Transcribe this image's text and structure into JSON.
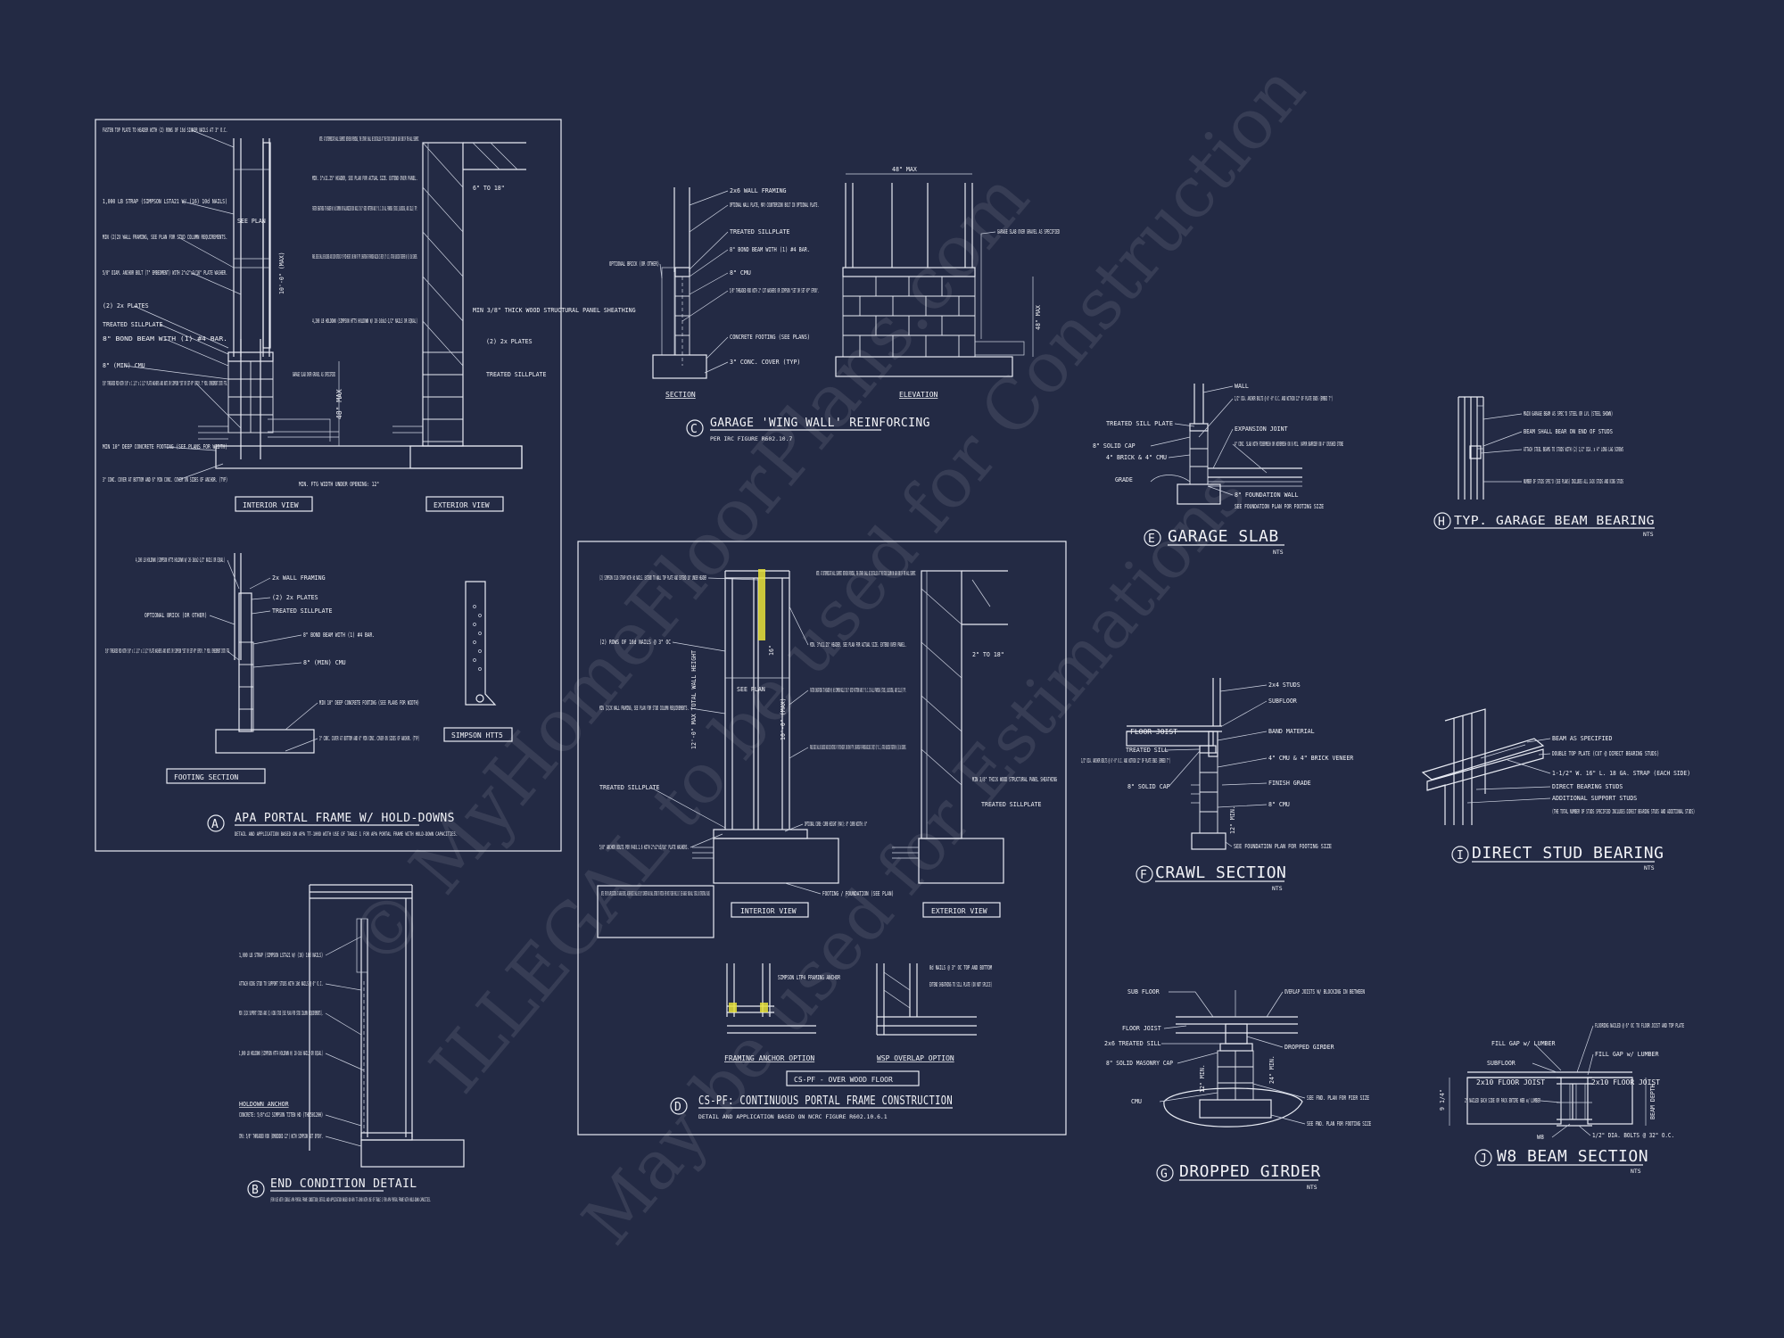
{
  "watermark": {
    "line1": "© MyHomeFloorPlans.com",
    "line2": "ILLEGAL to be used for Construction",
    "line3": "May be used for Estimations"
  },
  "detail_a": {
    "letter": "A",
    "title": "APA PORTAL FRAME W/ HOLD-DOWNS",
    "subtitle": "DETAIL AND APPLICATION BASED ON APA TT-100D WITH USE OF TABLE 1 FOR APA PORTAL FRAME WITH HOLD-DOWN CAPACITIES.",
    "interior_view": "INTERIOR VIEW",
    "exterior_view": "EXTERIOR VIEW",
    "footing_section": "FOOTING SECTION",
    "simpson_htt5": "SIMPSON HTT5",
    "notes_left": [
      "FASTEN TOP PLATE TO HEADER WITH (2) ROWS OF 16d SINKER NAILS AT 3\" O.C.",
      "1,000 LB STRAP (SIMPSON LSTA21 W/ (16) 10d NAILS)",
      "MIN (2)2X WALL FRAMING, SEE PLAN FOR STUD COLUMN REQUIREMENTS.",
      "5/8\" DIAM. ANCHOR BOLT (7\" EMBEDMENT) WITH 2\"x2\"x3/16\" PLATE WASHER.",
      "(2) 2x PLATES",
      "TREATED SILLPLATE",
      "8\" BOND BEAM WITH (1) #4 BAR.",
      "8\" (MIN) CMU",
      "5/8\" THREADED ROD WITH 5/8\" x 1 1/2\" x 1 1/2\" PLATE WASHERS AND NUTS OR SIMPSON \"SET OR SET-XP\" EPOXY. 7\" MIN. EMBEDMENT INTO FTG.",
      "MIN 10\" DEEP CONCRETE FOOTING (SEE PLANS FOR WIDTH)",
      "3\" CONC. COVER AT BOTTOM AND 6\" MIN CONC. COVER ON SIDES OF ANCHOR. (TYP)"
    ],
    "notes_mid": [
      "NOTE: AT INTERMEDIATE WALL SEGMENTS BETWEEN OPENINGS, THE STRAPS SHALL BE INSTALLED AT THE STUD COLUMN ON EACH END OF THE WALL SEGMENT.",
      "MIN. 3\"x11.25\" HEADER, SEE PLAN FOR ACTUAL SIZE. EXTEND OVER PANEL.",
      "FASTEN SHEATHING TO HEADER W/ 8d COMMON OR GALVANIZED BOX NAILS IN 3\" GRID PATTERN AND 3\" O.C. IN ALL FRAMING (STUDS, BLOCKING, AND SILLS) TYP.",
      "PANEL EDGES SHALL BE BLOCKED AND OCCUR WITHIN 24\" OF MID-HEIGHT. ONE ROW OF TYP. SHEATHING-TO-FRAMING NAILING IS REQ'D (3\" O.C). ATTACH BLOCKING TOGETHER W/ (3) 16d SINKERS.",
      "4,200 LB HOLDOWN (SIMPSON HTT5 HOLDOWN W/ 26-16dx2-1/2\" NAILS OR EQUAL)",
      "GARAGE SLAB OVER GRAVEL AS SPECIFIED",
      "MIN. FTG WIDTH UNDER OPENING: 12\""
    ],
    "notes_right": [
      "6\" TO 18\"",
      "MIN 3/8\" THICK WOOD STRUCTURAL PANEL SHEATHING",
      "(2) 2x PLATES",
      "TREATED SILLPLATE"
    ],
    "dims": [
      "SEE PLAN",
      "10'-0\" (MAX)",
      "48\" MAX"
    ],
    "footing_notes": [
      "4,200 LB HOLDOWN (SIMPSON HTT5 HOLDOWN W/ 26-16dx2-1/2\" NAILS OR EQUAL)",
      "OPTIONAL BRICK (OR OTHER)",
      "5/8\" THREADED ROD WITH 5/8\" x 1 1/2\" x 1 1/2\" PLATE WASHERS AND NUTS OR SIMPSON \"SET OR SET-XP\" EPOXY. 7\" MIN. EMBEDMENT INTO FTG.",
      "2x WALL FRAMING",
      "(2) 2x PLATES",
      "TREATED SILLPLATE",
      "8\" BOND BEAM WITH (1) #4 BAR.",
      "8\" (MIN) CMU",
      "MIN 10\" DEEP CONCRETE FOOTING (SEE PLANS FOR WIDTH)",
      "3\" CONC. COVER AT BOTTOM AND 6\" MIN CONC. COVER ON SIDES OF ANCHOR. (TYP)"
    ]
  },
  "detail_b": {
    "letter": "B",
    "title": "END CONDITION DETAIL",
    "subtitle": "(FOR USE WITH SINGLE APA PORTAL FRAME CONDITION) DETAIL AND APPLICATION BASED ON APA TT-100D WITH USE OF TABLE 1 FOR APA PORTAL FRAME WITH HOLD-DOWN CAPACITIES.",
    "notes": [
      "1,000 LB STRAP (SIMPSON LSTA21 W/ (16) 10d NAILS)",
      "ATTACH KING STUD TO SUPPORT STUDS WITH 10d NAILS @ 6\" O.C.",
      "MIN (2)2X SUPPORT STUDS AND (1) KING STUD (SEE PLAN FOR STUD COLUMN REQUIREMENTS).",
      "1,000 LB HOLDOWN (SIMPSON HTT4 HOLDOWN W/ 18-10d NAILS OR EQUAL)",
      "HOLDOWN ANCHOR",
      "CONCRETE: 5/8\"x12 SIMPSON TITEN HD (THD50120H)",
      "CMU: 5/8\" THREADED ROD (EMBEDDED 12\") WITH SIMPSON SET EPOXY."
    ]
  },
  "detail_c": {
    "letter": "C",
    "title": "GARAGE 'WING WALL' REINFORCING",
    "subtitle": "PER IRC FIGURE R602.10.7",
    "section": "SECTION",
    "elevation": "ELEVATION",
    "notes": [
      "2x6 WALL FRAMING",
      "OPTIONAL WALL PLATE, MAY COUNTERSINK BOLT IN OPTIONAL PLATE.",
      "TREATED SILLPLATE",
      "8\" BOND BEAM WITH (1) #4 BAR.",
      "8\" CMU",
      "5/8\" THREADED ROD WITH 2\" CUT WASHERS OR SIMPSON \"SET OR SET-XP\" EPOXY.",
      "CONCRETE FOOTING (SEE PLANS)",
      "3\" CONC. COVER (TYP)",
      "OPTIONAL BRICK (OR OTHER)",
      "GARAGE SLAB OVER GRAVEL AS SPECIFIED"
    ],
    "dims": [
      "48\" MAX",
      "48\" MAX"
    ]
  },
  "detail_d": {
    "letter": "D",
    "title": "CS-PF: CONTINUOUS PORTAL FRAME CONSTRUCTION",
    "subtitle": "DETAIL AND APPLICATION BASED ON NCRC FIGURE R602.10.6.1",
    "interior_view": "INTERIOR VIEW",
    "exterior_view": "EXTERIOR VIEW",
    "framing_anchor": "FRAMING ANCHOR OPTION",
    "wsp_overlap": "WSP OVERLAP OPTION",
    "over_wood_floor": "CS-PF - OVER WOOD FLOOR",
    "notes_left": [
      "(2) SIMPSON CS16 STRAP WITH 8d NAILS. EXTEND TO WALL TOP PLATE AND EXTEND 16\" UNDER HEADER",
      "(2) ROWS OF 16d NAILS @ 3\" OC",
      "MIN (2)2X WALL FRAMING, SEE PLAN FOR STUD COLUMN REQUIREMENTS.",
      "TREATED SILLPLATE",
      "5/8\" ANCHOR BOLTS PER R403.1.6 WITH 2\"x2\"x3/16\" PLATE WASHERS.",
      "NOTE: FOR CMU APPLICATIONS AT GARAGE DOORS, ANCHOR BOLTS SHALL BE 5/8\" DIAMETER AND SHALL EXTEND TO FOOTING (PER NCRC FIGURE R602.10.7 (SEE GARAGE 'WING WALL' DETAIL ON STRUCTURAL PLANS)"
    ],
    "notes_mid": [
      "NOTE: AT INTERMEDIATE WALL SEGMENTS BETWEEN OPENINGS, THE STRAPS SHALL BE INSTALLED AT THE STUD COLUMN ON EACH END OF THE WALL SEGMENT.",
      "MIN. 3\"x11.25\" HEADER. SEE PLAN FOR ACTUAL SIZE. EXTEND OVER PANEL.",
      "FASTEN SHEATHING TO HEADER W/ 8d COMMON NAILS IN 3\" GRID PATTERN AND 3\" O.C. IN ALL FRAMING (STUDS, BLOCKING, AND SILLS) TYP.",
      "PANEL EDGES SHALL BE BLOCKED AND OCCUR WITHIN 24\" OF MID-HEIGHT. ONE ROW OF TYP. SHEATHING-TO-FRAMING NAILING IS REQ'D (3\" O.C.). ATTACH BLOCKING TOGETHER W/ (3) 16d SINKERS.",
      "OPTIONAL CURB: CURB HEIGHT (MAX): 8\" CURB WIDTH: 8\"",
      "FOOTING / FOUNDATION (SEE PLAN)"
    ],
    "notes_right": [
      "2\" TO 18\"",
      "MIN 3/8\" THICK WOOD STRUCTURAL PANEL SHEATHING",
      "TREATED SILLPLATE"
    ],
    "dims": [
      "12'-0\" MAX TOTAL WALL HEIGHT",
      "10'-0\" (MAX)",
      "SEE PLAN",
      "16\""
    ],
    "anchor_notes": [
      "SIMPSON LTP4 FRAMING ANCHOR",
      "8d NAILS @ 3\" OC TOP AND BOTTOM",
      "EXTEND SHEATHING TO SILL PLATE (DO NOT SPLICE)"
    ]
  },
  "detail_e": {
    "letter": "E",
    "title": "GARAGE SLAB",
    "scale": "NTS",
    "notes": [
      "WALL",
      "1/2\" DIA. ANCHOR BOLTS @ 6'-0\" O.C. AND WITHIN 12\" OF PLATE ENDS (EMBED 7\")",
      "EXPANSION JOINT",
      "4\" CONC. SLAB WITH FIBERMESH OR WIREMESH ON 6 MIL. VAPOR BARRIER ON 4\" CRUSHED STONE",
      "8\" FOUNDATION WALL",
      "SEE FOUNDATION PLAN FOR FOOTING SIZE",
      "TREATED SILL PLATE",
      "8\" SOLID CAP",
      "4\" BRICK & 4\" CMU",
      "GRADE"
    ]
  },
  "detail_f": {
    "letter": "F",
    "title": "CRAWL SECTION",
    "scale": "NTS",
    "notes": [
      "2x4 STUDS",
      "SUBFLOOR",
      "FLOOR JOIST",
      "BAND MATERIAL",
      "TREATED SILL",
      "1/2\" DIA. ANCHOR BOLTS @ 6'-0\" O.C. AND WITHIN 12\" OF PLATE ENDS (EMBED 7\")",
      "4\" CMU & 4\" BRICK VENEER",
      "8\" SOLID CAP",
      "FINISH GRADE",
      "8\" CMU",
      "SEE FOUNDATION PLAN FOR FOOTING SIZE"
    ],
    "dims": [
      "12\" MIN."
    ]
  },
  "detail_g": {
    "letter": "G",
    "title": "DROPPED GIRDER",
    "scale": "NTS",
    "notes": [
      "SUB FLOOR",
      "OVERLAP JOISTS W/ BLOCKING IN BETWEEN",
      "FLOOR JOIST",
      "2x6 TREATED SILL",
      "DROPPED GIRDER",
      "8\" SOLID MASONRY CAP",
      "CMU",
      "SEE FND. PLAN FOR PIER SIZE",
      "SEE FND. PLAN FOR FOOTING SIZE"
    ],
    "dims": [
      "12\" MIN.",
      "24\" MIN."
    ]
  },
  "detail_h": {
    "letter": "H",
    "title": "TYP. GARAGE BEAM BEARING",
    "scale": "NTS",
    "notes": [
      "MAIN GARAGE BEAM AS SPEC'D STEEL OR LVL (STEEL SHOWN)",
      "BEAM SHALL BEAR ON END OF STUDS",
      "ATTACH STEEL BEAMS TO STUDS WITH (2) 1/2\" DIA. x 4\" LONG LAG SCREWS",
      "NUMBER OF STUDS SPEC'D (SEE PLANS) INCLUDES ALL JACK STUDS AND KING STUDS"
    ]
  },
  "detail_i": {
    "letter": "I",
    "title": "DIRECT STUD BEARING",
    "scale": "NTS",
    "notes": [
      "BEAM AS SPECIFIED",
      "DOUBLE TOP PLATE (CUT @ DIRECT BEARING STUDS)",
      "1-1/2\" W. 16\" L. 18 GA. STRAP (EACH SIDE)",
      "DIRECT BEARING STUDS",
      "ADDITIONAL SUPPORT STUDS",
      "(THE TOTAL NUMBER OF STUDS SPECIFIED INCLUDES DIRECT BEARING STUDS AND ADDITIONAL STUDS)"
    ]
  },
  "detail_j": {
    "letter": "J",
    "title": "W8 BEAM SECTION",
    "scale": "NTS",
    "notes": [
      "FILL GAP w/ LUMBER",
      "SUBFLOOR",
      "2x10 FLOOR JOIST",
      "2\" NAILED EACH SIDE OR PACK ENTIRE WEB w/ LUMBER",
      "W8",
      "FLOORING NAILED @ 6\" OC TO FLOOR JOIST AND TOP PLATE",
      "FILL GAP w/ LUMBER",
      "2x10 FLOOR JOIST",
      "1/2\" DIA. BOLTS @ 32\" O.C."
    ],
    "dims": [
      "9 1/4\"",
      "BEAM DEPTH"
    ]
  }
}
